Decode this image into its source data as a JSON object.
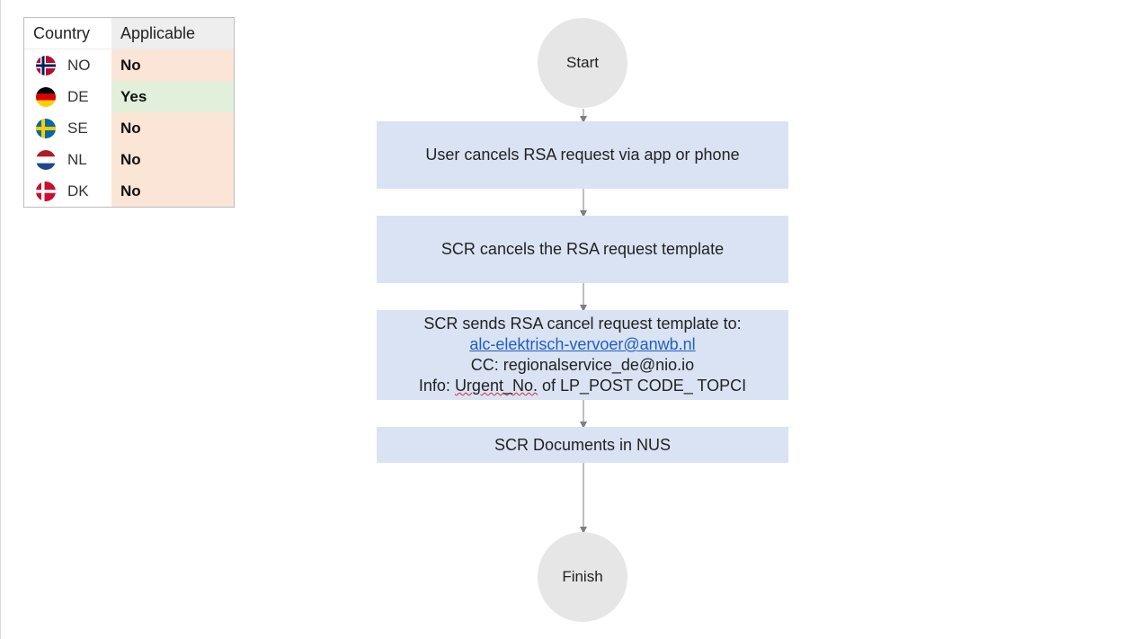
{
  "country_table": {
    "header_country": "Country",
    "header_applicable": "Applicable",
    "rows": [
      {
        "code": "NO",
        "applicable": "No",
        "flag_icon": "norway-flag-icon",
        "bg": "#fbe5d6"
      },
      {
        "code": "DE",
        "applicable": "Yes",
        "flag_icon": "germany-flag-icon",
        "bg": "#e2efda"
      },
      {
        "code": "SE",
        "applicable": "No",
        "flag_icon": "sweden-flag-icon",
        "bg": "#fbe5d6"
      },
      {
        "code": "NL",
        "applicable": "No",
        "flag_icon": "netherlands-flag-icon",
        "bg": "#fbe5d6"
      },
      {
        "code": "DK",
        "applicable": "No",
        "flag_icon": "denmark-flag-icon",
        "bg": "#fbe5d6"
      }
    ]
  },
  "flow": {
    "start": "Start",
    "step1": "User cancels RSA request via app or phone",
    "step2": "SCR cancels the RSA request template",
    "step3": {
      "line1": "SCR sends RSA cancel request template to:",
      "email": "alc-elektrisch-vervoer@anwb.nl",
      "line3": "CC: regionalservice_de@nio.io",
      "info_prefix": "Info: ",
      "info_misspelled": "Urgent_No.",
      "info_rest": " of LP_POST CODE_ TOPCI"
    },
    "step4": "SCR Documents in NUS",
    "finish": "Finish"
  },
  "colors": {
    "box_fill": "#dae3f3",
    "circle_fill": "#e6e6e6",
    "link": "#1f5fbf",
    "arrow": "#7f7f7f",
    "no_bg": "#fbe5d6",
    "yes_bg": "#e2efda"
  }
}
